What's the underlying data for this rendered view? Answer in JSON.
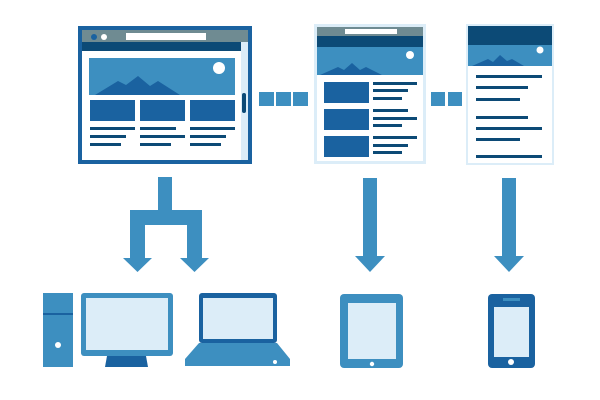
{
  "diagram": {
    "layouts": [
      "desktop-layout",
      "tablet-layout",
      "phone-layout"
    ],
    "devices": [
      "desktop-tower",
      "desktop-monitor",
      "laptop",
      "tablet",
      "smartphone"
    ]
  },
  "colors": {
    "dark": "#0c4a76",
    "mid": "#1a62a0",
    "accent": "#3d8fc0",
    "pale": "#dcedf8",
    "titlebar": "#6f8b92",
    "white": "#ffffff"
  }
}
